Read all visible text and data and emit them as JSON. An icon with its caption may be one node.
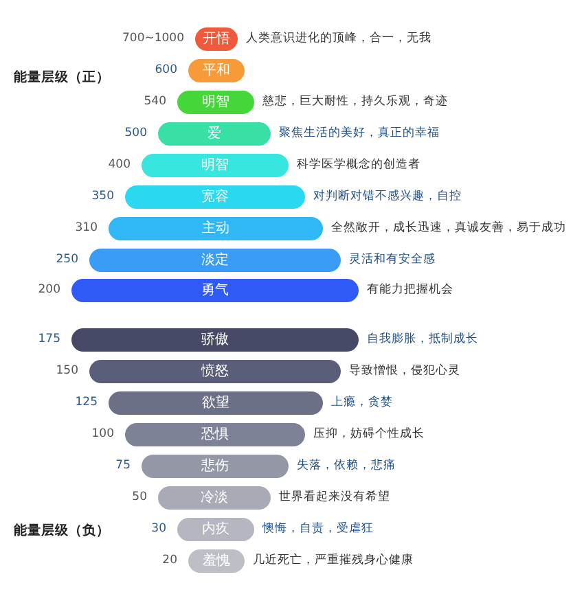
{
  "diagram": {
    "nodes": [
      {
        "text": [
          "开悟"
        ],
        "beside": [
          "700~1000",
          "人类意识进化的顶峰，合一，无我"
        ]
      },
      {
        "text": [
          "平和"
        ],
        "beside": [
          "600"
        ]
      },
      {
        "text": [
          "明智"
        ],
        "beside": [
          "540",
          "慈悲，巨大耐性，持久乐观，奇迹"
        ]
      },
      {
        "text": [
          "爱"
        ],
        "beside": [
          "500",
          "聚焦生活的美好，真正的幸福"
        ]
      },
      {
        "text": [
          "明智"
        ],
        "beside": [
          "400",
          "科学医学概念的创造者"
        ]
      },
      {
        "text": [
          "宽容"
        ],
        "beside": [
          "350",
          "对判断对错不感兴趣，自控"
        ]
      },
      {
        "text": [
          "主动"
        ],
        "beside": [
          "310",
          "全然敞开，成长迅速，真诚友善，易于成功"
        ]
      },
      {
        "text": [
          "淡定"
        ],
        "beside": [
          "250",
          "灵活和有安全感"
        ]
      },
      {
        "text": [
          "勇气"
        ],
        "beside": [
          "200",
          "有能力把握机会"
        ]
      },
      {
        "text": [
          "骄傲"
        ],
        "beside": [
          "175",
          "自我膨胀，抵制成长"
        ]
      },
      {
        "text": [
          "愤怒"
        ],
        "beside": [
          "150",
          "导致憎恨，侵犯心灵"
        ]
      },
      {
        "text": [
          "欲望"
        ],
        "beside": [
          "125",
          "上瘾，贪婪"
        ]
      },
      {
        "text": [
          "恐惧"
        ],
        "beside": [
          "100",
          "压抑，妨碍个性成长"
        ]
      },
      {
        "text": [
          "悲伤"
        ],
        "beside": [
          "75",
          "失落，依赖，悲痛"
        ]
      },
      {
        "text": [
          "冷淡"
        ],
        "beside": [
          "50",
          "世界看起来没有希望"
        ]
      },
      {
        "text": [
          "内疚"
        ],
        "beside": [
          "30",
          "懊悔，自责，受虐狂"
        ]
      },
      {
        "text": [
          "羞愧"
        ],
        "beside": [
          "20",
          "几近死亡，严重摧残身心健康"
        ]
      }
    ],
    "labels": [
      "能量层级（正）",
      "能量层级（负）"
    ]
  }
}
